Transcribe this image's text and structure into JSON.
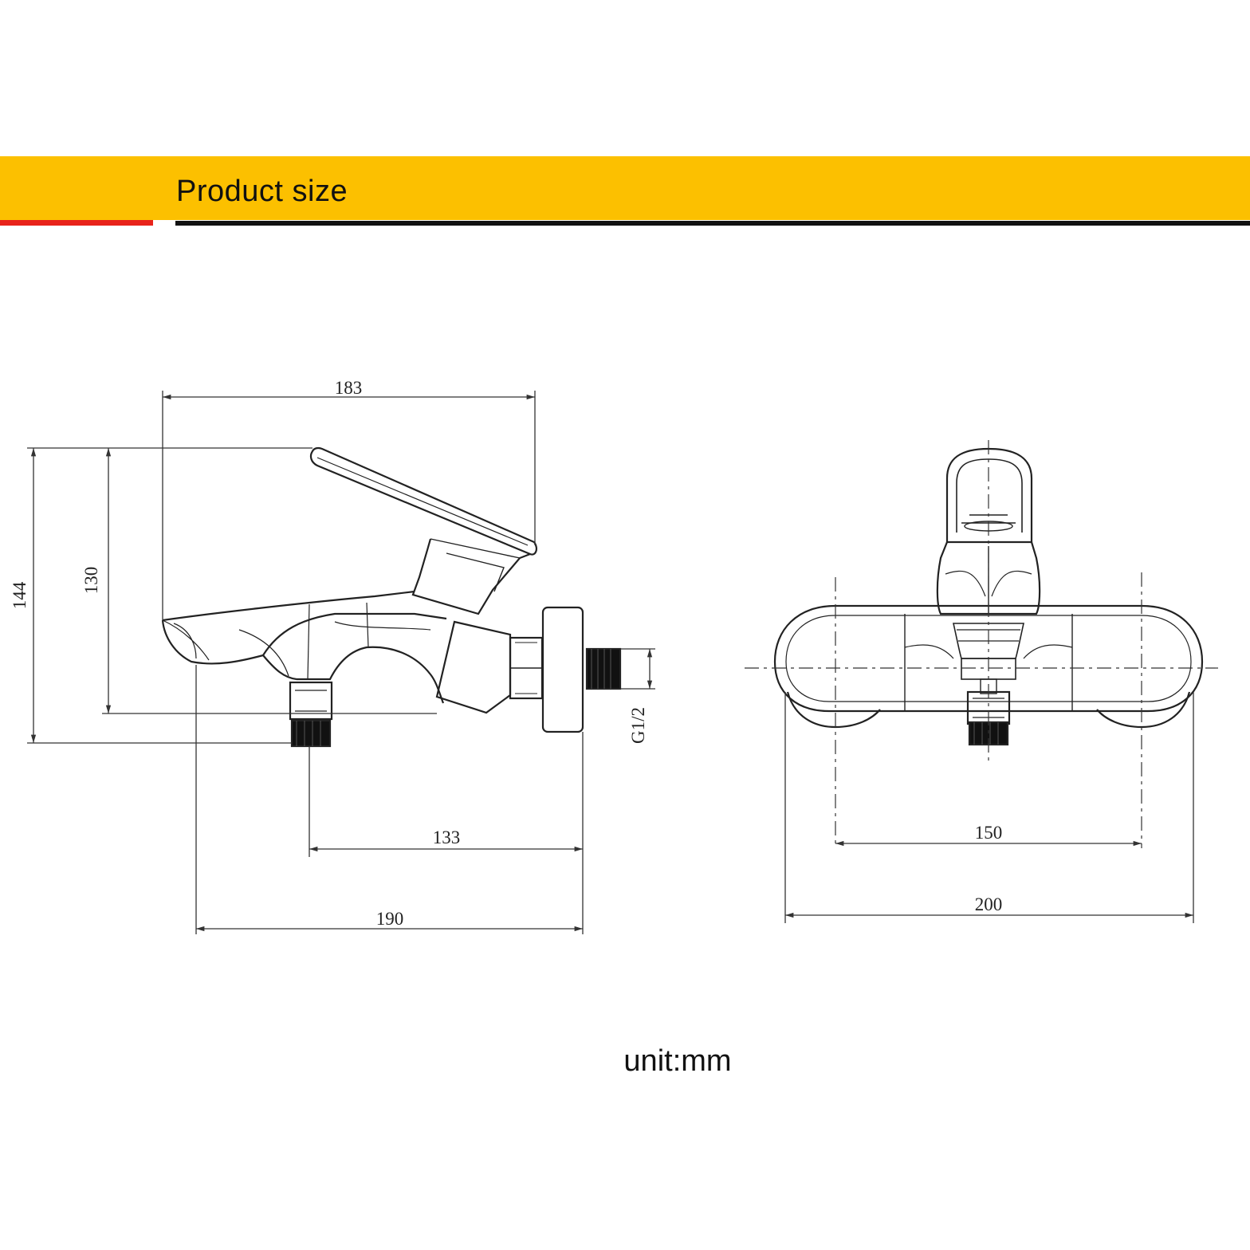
{
  "header": {
    "title": "Product size",
    "banner_color": "#fcc000",
    "accent_red": "#e8231b",
    "rule_color": "#111111"
  },
  "side_view": {
    "dim_width_top": "183",
    "dim_height_total": "144",
    "dim_height_inner": "130",
    "dim_thread": "G1/2",
    "dim_outlet_to_wall": "133",
    "dim_depth_total": "190"
  },
  "front_view": {
    "dim_centers": "150",
    "dim_width_total": "200"
  },
  "footer": {
    "unit": "unit:mm"
  }
}
